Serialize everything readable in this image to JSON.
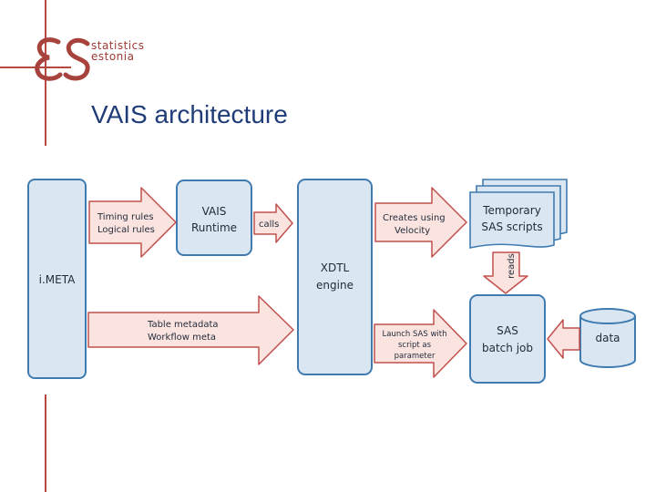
{
  "brand": {
    "line1": "statistics",
    "line2": "estonia"
  },
  "title": "VAIS architecture",
  "colors": {
    "box_fill": "#dae7f3",
    "box_border": "#3f7bb0",
    "arrow_fill": "#fbe4e0",
    "arrow_border": "#c0504d",
    "title": "#1f3c78",
    "brand": "#9c3a35"
  },
  "nodes": {
    "imeta": "i.META",
    "runtime": [
      "VAIS",
      "Runtime"
    ],
    "xdtl": [
      "XDTL",
      "engine"
    ],
    "temp": [
      "Temporary",
      "SAS scripts"
    ],
    "sas": [
      "SAS",
      "batch job"
    ],
    "data": "data"
  },
  "arrows": {
    "timing": [
      "Timing rules",
      "Logical rules"
    ],
    "calls": "calls",
    "creates": [
      "Creates using",
      "Velocity"
    ],
    "reads": "reads",
    "table_meta": [
      "Table metadata",
      "Workflow meta"
    ],
    "launch": [
      "Launch SAS with",
      "script as",
      "parameter"
    ]
  }
}
